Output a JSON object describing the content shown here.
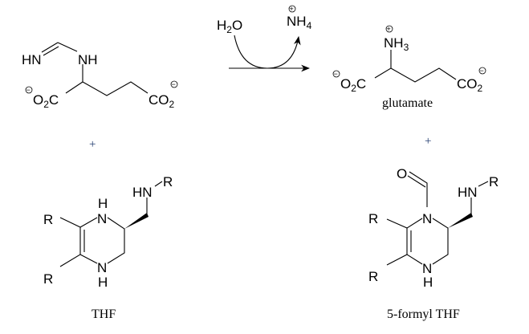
{
  "reactant": {
    "imine": "HN",
    "amine": "NH",
    "carboxylate_left": "O",
    "carboxylate_left_sub": "2",
    "carboxylate_left_c": "C",
    "carboxylate_right": "CO",
    "carboxylate_right_sub": "2",
    "charge_minus": "−"
  },
  "reagents": {
    "water": "H",
    "water_sub": "2",
    "water_o": "O",
    "ammonium": "NH",
    "ammonium_sub": "4",
    "charge_plus": "+"
  },
  "product": {
    "amine": "NH",
    "amine_sub": "3",
    "carboxylate_left": "O",
    "carboxylate_left_sub": "2",
    "carboxylate_left_c": "C",
    "carboxylate_right": "CO",
    "carboxylate_right_sub": "2",
    "name": "glutamate"
  },
  "plus_sign": "+",
  "thf": {
    "r": "R",
    "n": "N",
    "h": "H",
    "hn": "HN",
    "name": "THF"
  },
  "formyl_thf": {
    "r": "R",
    "n": "N",
    "h": "H",
    "hn": "HN",
    "o": "O",
    "name": "5-formyl THF"
  }
}
